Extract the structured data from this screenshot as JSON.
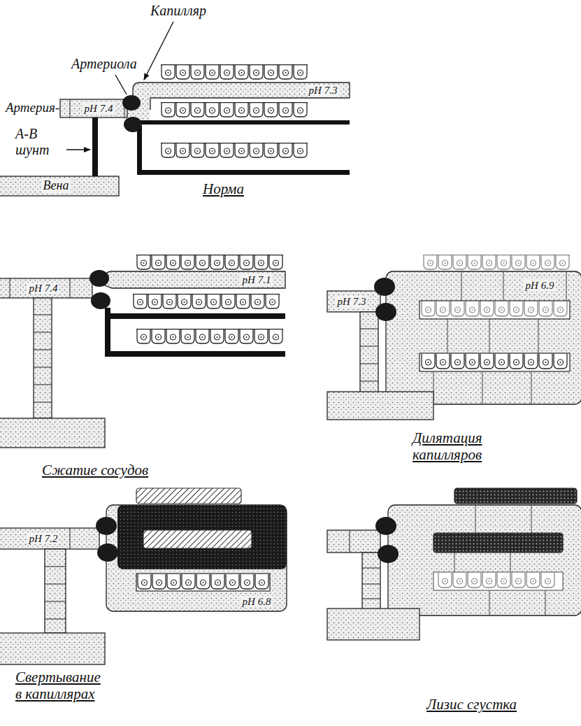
{
  "diagram": {
    "nodes": [
      {
        "text": [
          "pH 7.3"
        ]
      },
      {
        "text": [
          "pH 7.4"
        ]
      },
      {
        "text": [
          "Вена"
        ]
      },
      {
        "text": [
          "pH 7.1"
        ]
      },
      {
        "text": [
          "pH 7.4"
        ]
      },
      {
        "text": [
          "pH 6.9"
        ]
      },
      {
        "text": [
          "pH 7.3"
        ]
      },
      {
        "text": [
          "pH 7.2"
        ]
      },
      {
        "text": [
          "pH 6.8"
        ]
      }
    ],
    "labels": [
      "Капилляр",
      "Артериола",
      "Артерия-",
      "А-В шунт",
      "Норма",
      "Сжатие сосудов",
      "Дилятация капилляров",
      "Свертывание в капиллярах",
      "Лизис сгустка"
    ]
  }
}
